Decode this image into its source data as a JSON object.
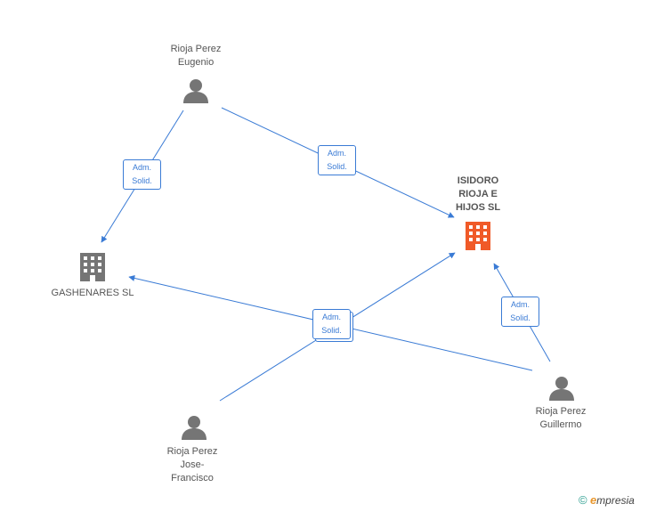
{
  "nodes": {
    "eugenio": {
      "label": "Rioja Perez\nEugenio",
      "kind": "person"
    },
    "isidoro": {
      "label": "ISIDORO\nRIOJA E\nHIJOS SL",
      "kind": "company-main"
    },
    "gashenares": {
      "label": "GASHENARES SL",
      "kind": "company"
    },
    "guillermo": {
      "label": "Rioja Perez\nGuillermo",
      "kind": "person"
    },
    "jose": {
      "label": "Rioja Perez\nJose-\nFrancisco",
      "kind": "person"
    }
  },
  "edges": {
    "e1": {
      "from": "Rioja Perez Eugenio",
      "to": "GASHENARES SL",
      "label": "Adm.\nSolid."
    },
    "e2": {
      "from": "Rioja Perez Eugenio",
      "to": "ISIDORO RIOJA E HIJOS SL",
      "label": "Adm.\nSolid."
    },
    "e3": {
      "from": "Rioja Perez Guillermo",
      "to": "ISIDORO RIOJA E HIJOS SL",
      "label": "Adm.\nSolid."
    },
    "e4": {
      "from": "Rioja Perez Jose-Francisco / Guillermo",
      "to": "GASHENARES SL / ISIDORO RIOJA E HIJOS SL",
      "label": "Adm.\nSolid."
    }
  },
  "colors": {
    "edge": "#3a7bd5",
    "person": "#757575",
    "company": "#757575",
    "company_main": "#f05a28"
  },
  "footer": {
    "copyright": "©",
    "brand_initial": "e",
    "brand_rest": "mpresia"
  }
}
